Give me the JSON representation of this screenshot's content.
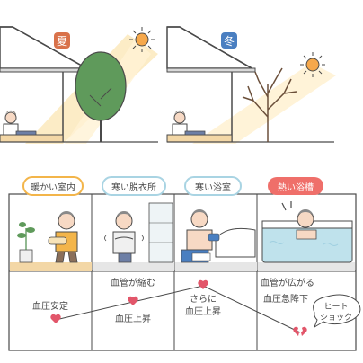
{
  "seasons": {
    "summer": {
      "label": "夏",
      "color": "#d9724a"
    },
    "winter": {
      "label": "冬",
      "color": "#4a7fc1"
    }
  },
  "rooms": [
    {
      "label": "暖かい室内",
      "color": "#f3b54a"
    },
    {
      "label": "寒い脱衣所",
      "color": "#a9d4e3"
    },
    {
      "label": "寒い浴室",
      "color": "#a9d4e3"
    },
    {
      "label": "熱い浴槽",
      "color": "#ef6f6a"
    }
  ],
  "notes": {
    "stable": "血圧安定",
    "constrict": "血管が縮む",
    "rise1": "血圧上昇",
    "further": "さらに",
    "rise2": "血圧上昇",
    "dilate": "血管が広がる",
    "drop": "血圧急降下",
    "shock_line1": "ヒート",
    "shock_line2": "ショック"
  },
  "colors": {
    "heart": "#e2566a",
    "ink": "#4a4a4a",
    "floor_warm": "#f3d7a6",
    "sun": "#f08b3a"
  }
}
